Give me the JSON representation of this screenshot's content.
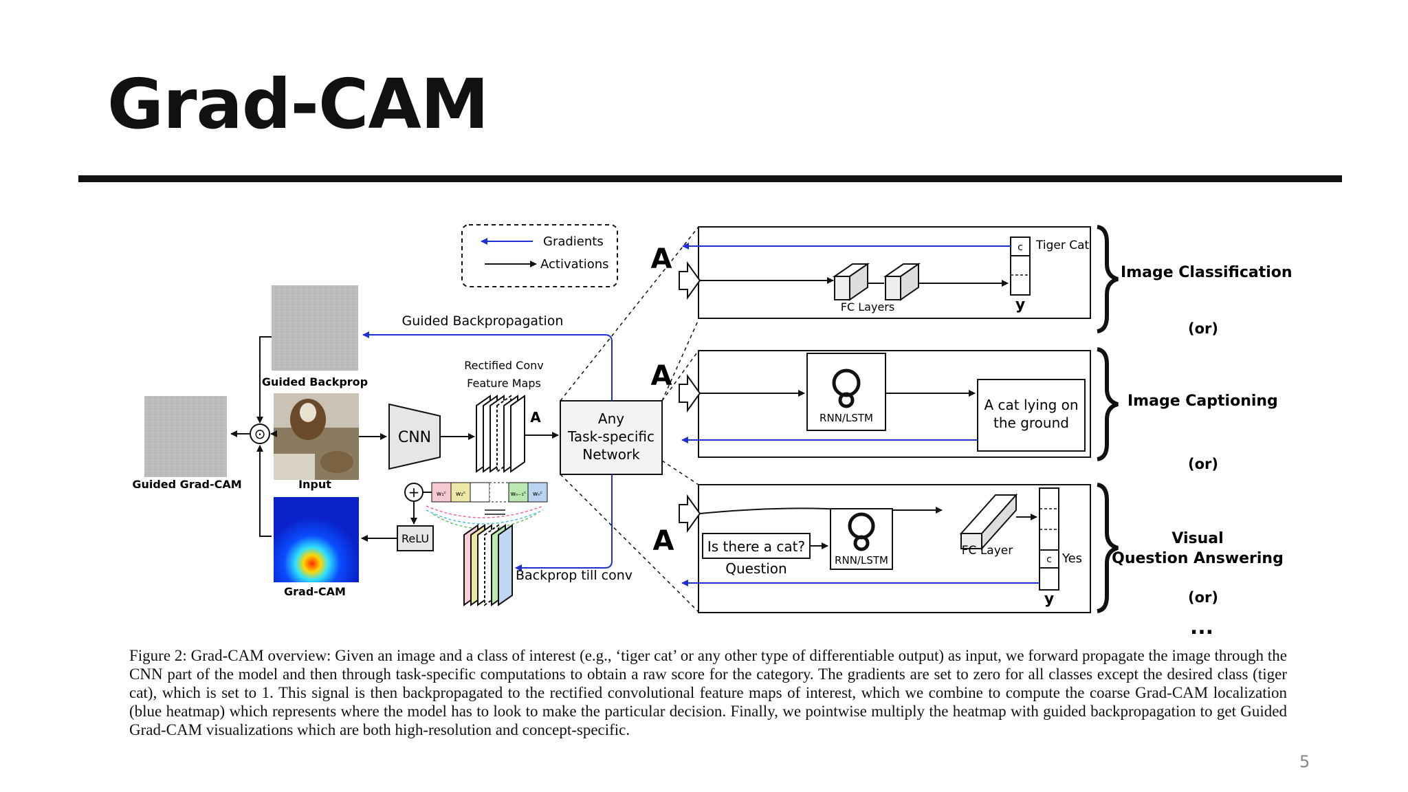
{
  "slide": {
    "title": "Grad-CAM",
    "page_number": "5"
  },
  "legend": {
    "gradients": "Gradients",
    "activations": "Activations"
  },
  "left": {
    "guided_backprop_path": "Guided Backpropagation",
    "guided_backprop_label": "Guided Backprop",
    "guided_gradcam_label": "Guided Grad-CAM",
    "input_label": "Input",
    "gradcam_label": "Grad-CAM",
    "cnn_label": "CNN",
    "relu_label": "ReLU",
    "rectified_line1": "Rectified Conv",
    "rectified_line2": "Feature Maps",
    "feature_a": "A",
    "weights": [
      "w₁ᶜ",
      "w₂ᶜ",
      "",
      "",
      "wₙ₋₁ᶜ",
      "wₙᶜ"
    ],
    "plus": "+",
    "dot": "⊙",
    "network_line1": "Any",
    "network_line2": "Task-specific",
    "network_line3": "Network",
    "backprop_till_conv": "Backprop till conv"
  },
  "tasks": {
    "a_label": "A",
    "classification": {
      "c": "c",
      "class_name": "Tiger Cat",
      "fc_layers": "FC Layers",
      "y": "y",
      "name": "Image Classification"
    },
    "or1": "(or)",
    "captioning": {
      "rnn": "RNN/LSTM",
      "caption_line1": "A cat lying on",
      "caption_line2": "the ground",
      "name": "Image Captioning"
    },
    "or2": "(or)",
    "vqa": {
      "question": "Is there a cat?",
      "question_label": "Question",
      "rnn": "RNN/LSTM",
      "fc_layer": "FC Layer",
      "c": "c",
      "answer": "Yes",
      "y": "y",
      "name_line1": "Visual",
      "name_line2": "Question Answering"
    },
    "or3": "(or)",
    "ellipsis": "..."
  },
  "caption": {
    "text": "Figure 2: Grad-CAM overview: Given an image and a class of interest (e.g., ‘tiger cat’ or any other type of differentiable output) as input, we forward propagate the image through the CNN part of the model and then through task-specific computations to obtain a raw score for the category. The gradients are set to zero for all classes except the desired class (tiger cat), which is set to 1. This signal is then backpropagated to the rectified convolutional feature maps of interest, which we combine to compute the coarse Grad-CAM localization (blue heatmap) which represents where the model has to look to make the particular decision. Finally, we pointwise multiply the heatmap with guided backpropagation to get Guided Grad-CAM visualizations which are both high-resolution and concept-specific."
  },
  "colors": {
    "gradient_arrow": "#1f2fd6",
    "activation_arrow": "#111111",
    "heatmap_background": "#1238d8"
  }
}
